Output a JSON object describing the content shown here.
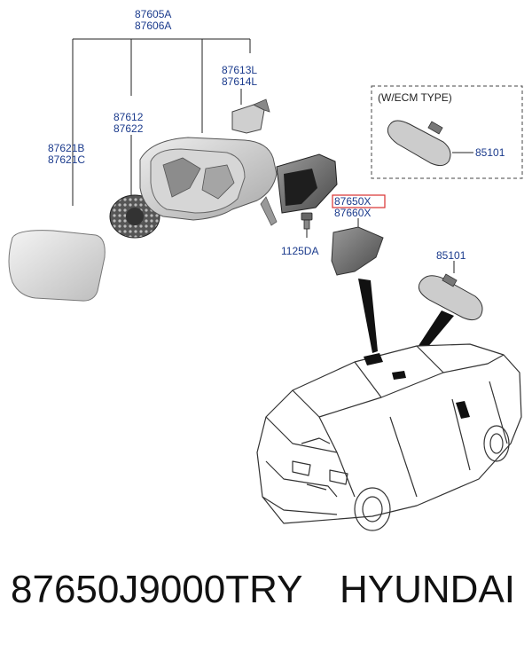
{
  "labels": {
    "mirror_assy_1": "87605A",
    "mirror_assy_2": "87606A",
    "cover_1": "87613L",
    "cover_2": "87614L",
    "actuator_1": "87612",
    "actuator_2": "87622",
    "glass_1": "87621B",
    "glass_2": "87621C",
    "ecm_type": "(W/ECM TYPE)",
    "inside_mirror_ecm": "85101",
    "garnish_1": "87650X",
    "garnish_2": "87660X",
    "screw": "1125DA",
    "inside_mirror": "85101"
  },
  "footer": {
    "part_number": "87650J9000TRY",
    "brand": "HYUNDAI"
  },
  "colors": {
    "label": "#1a3a8c",
    "highlight": "#d93030",
    "line": "#222222"
  }
}
